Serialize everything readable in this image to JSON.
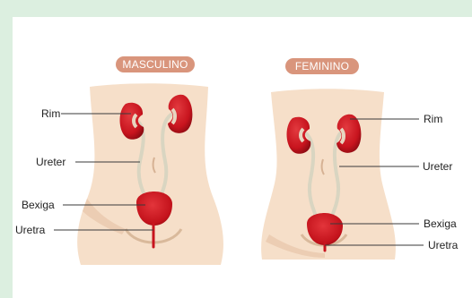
{
  "diagram": {
    "male": {
      "title": "MASCULINO",
      "labels": {
        "kidney": "Rim",
        "ureter": "Ureter",
        "bladder": "Bexiga",
        "urethra": "Uretra"
      }
    },
    "female": {
      "title": "FEMININO",
      "labels": {
        "kidney": "Rim",
        "ureter": "Ureter",
        "bladder": "Bexiga",
        "urethra": "Uretra"
      }
    }
  },
  "colors": {
    "background": "#dcefe0",
    "panel": "#ffffff",
    "skin": "#f6dfc9",
    "skin_shadow": "#eccdb3",
    "organ": "#c8141e",
    "organ_dark": "#9a0d15",
    "ureter": "#d9d5c1",
    "badge": "#d9957c"
  }
}
